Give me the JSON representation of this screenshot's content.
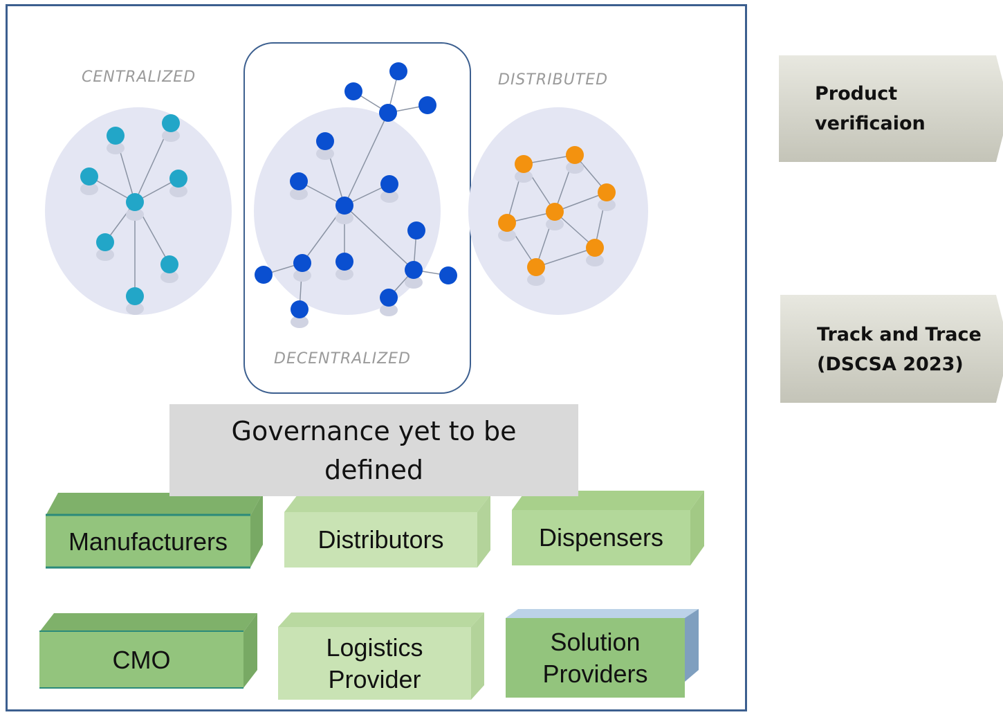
{
  "topologies": {
    "centralized": "CENTRALIZED",
    "decentralized": "DECENTRALIZED",
    "distributed": "DISTRIBUTED"
  },
  "governance": "Governance yet to be defined",
  "stakeholders": {
    "manufacturers": "Manufacturers",
    "distributors": "Distributors",
    "dispensers": "Dispensers",
    "cmo": "CMO",
    "logistics": "Logistics Provider",
    "solution": "Solution Providers"
  },
  "arrows": {
    "product_verification": "Product verificaion",
    "track_trace": "Track and Trace (DSCSA 2023)"
  },
  "colors": {
    "frame": "#3c5f8f",
    "centralized_node": "#22a6c8",
    "decentralized_node": "#0a4fd0",
    "distributed_node": "#f3920f",
    "circle_bg": "#e4e6f3",
    "dark_green": "#93c47d",
    "light_green": "#c9e3b4",
    "arrow_grey": "#d2d2c6"
  }
}
